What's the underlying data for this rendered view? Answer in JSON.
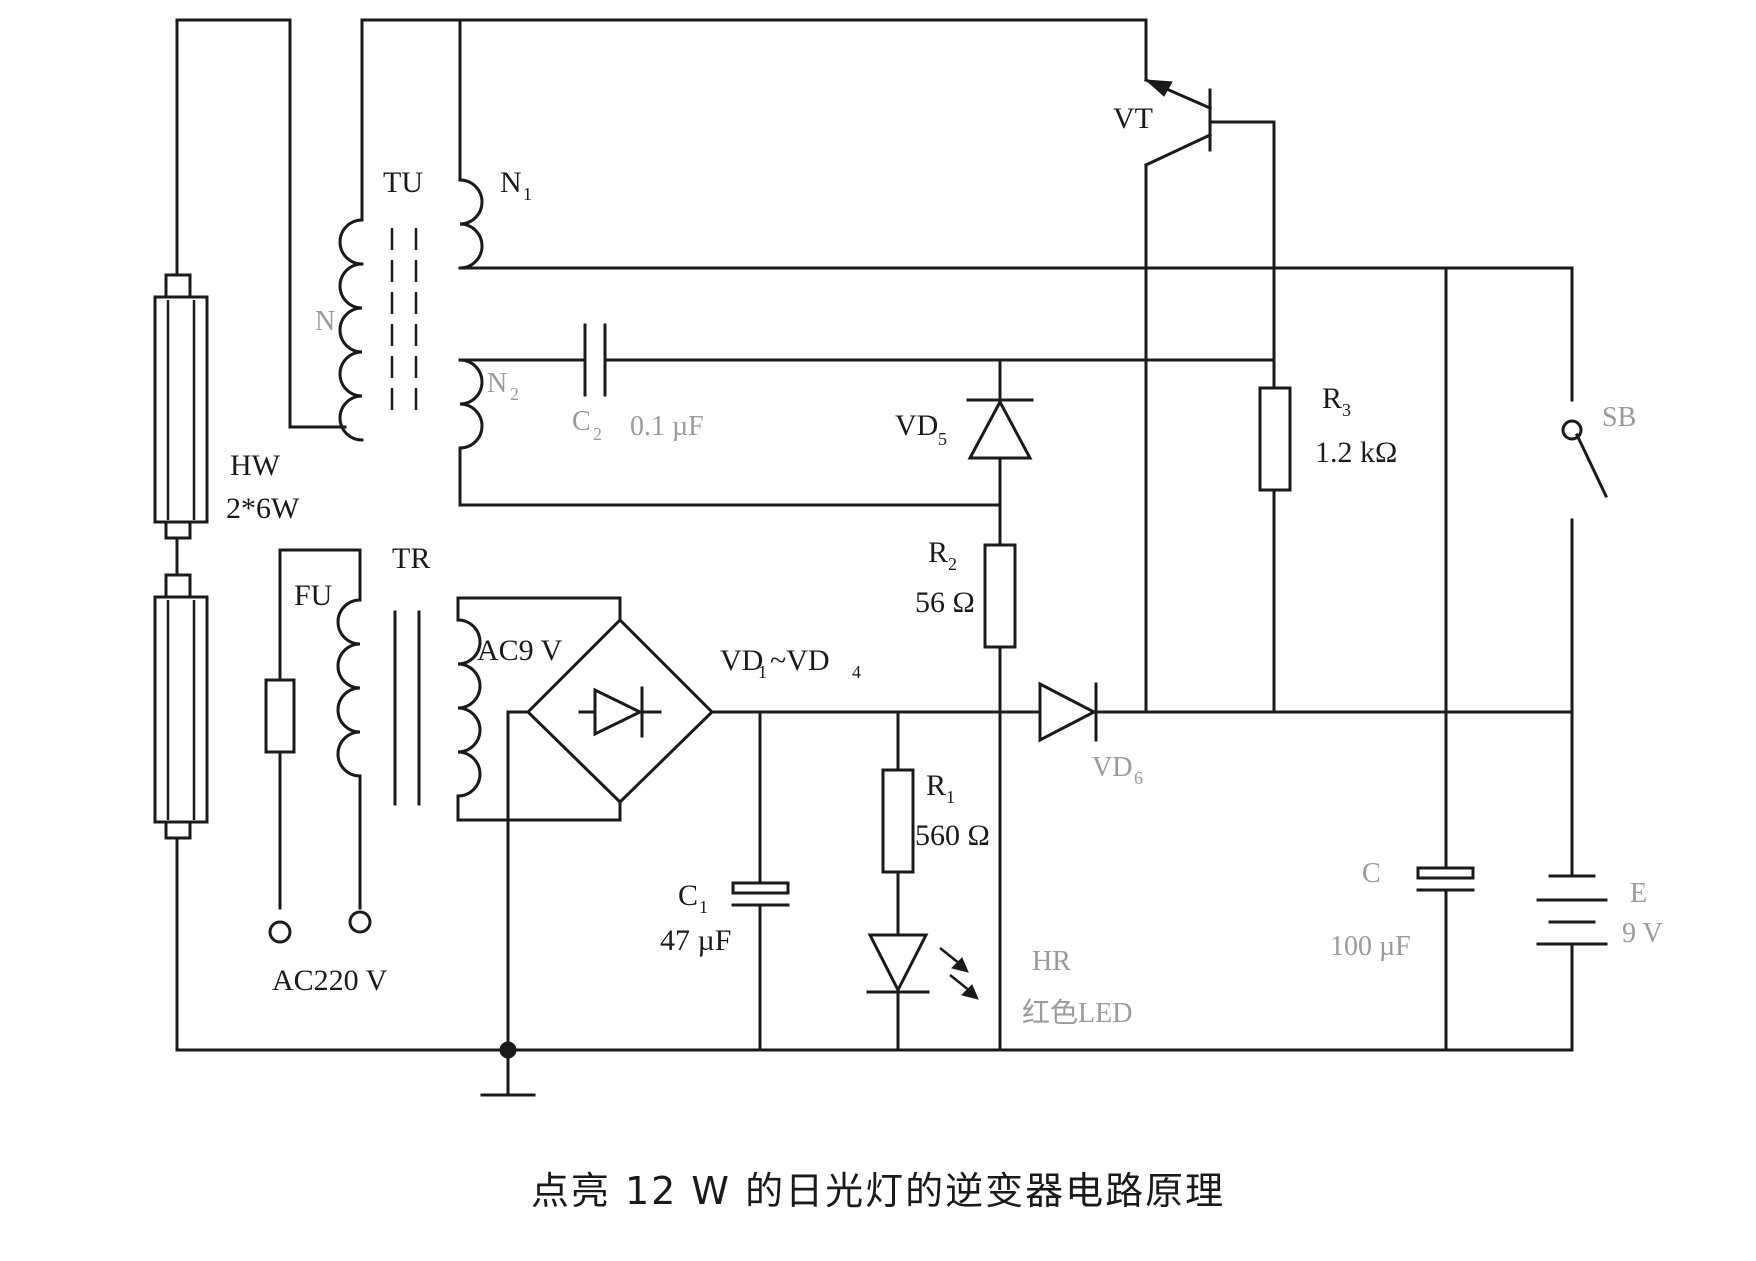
{
  "caption": "点亮 12 W 的日光灯的逆变器电路原理",
  "labels": {
    "hw": "HW",
    "hw_rating": "2*6W",
    "tu": "TU",
    "n_primary": "N",
    "n1": "N",
    "n1_sub": "1",
    "n2": "N",
    "n2_sub": "2",
    "c2": "C",
    "c2_sub": "2",
    "c2_value": "0.1 µF",
    "vt": "VT",
    "vd5": "VD",
    "vd5_sub": "5",
    "r3": "R",
    "r3_sub": "3",
    "r3_value": "1.2 kΩ",
    "sb": "SB",
    "r2": "R",
    "r2_sub": "2",
    "r2_value": "56 Ω",
    "fu": "FU",
    "tr": "TR",
    "ac9": "AC9 V",
    "bridge": "VD",
    "bridge_sub1": "1",
    "bridge_mid": "~VD",
    "bridge_sub2": "4",
    "vd6": "VD",
    "vd6_sub": "6",
    "r1": "R",
    "r1_sub": "1",
    "r1_value": "560 Ω",
    "c1": "C",
    "c1_sub": "1",
    "c1_value": "47 µF",
    "hr": "HR",
    "hr_desc": "红色LED",
    "c3": "C",
    "c3_value": "100 µF",
    "battery": "E",
    "battery_value": "9 V",
    "ac220": "AC220 V"
  }
}
